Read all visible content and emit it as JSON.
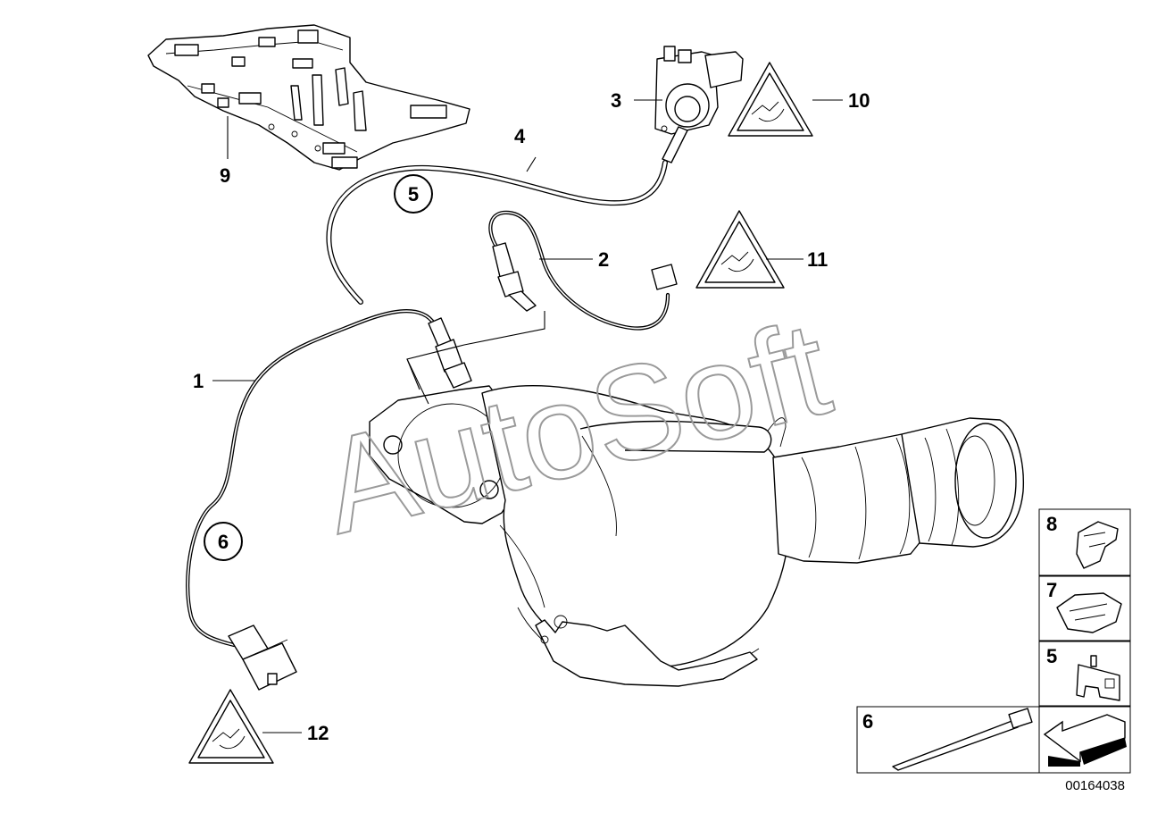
{
  "watermark": "AutoSoft",
  "reference_number": "00164038",
  "callouts": {
    "c1": "1",
    "c2": "2",
    "c3": "3",
    "c4": "4",
    "c9": "9",
    "c10": "10",
    "c11": "11",
    "c12": "12",
    "c5_circle": "5",
    "c6_circle": "6"
  },
  "side_panel": {
    "box8": "8",
    "box7": "7",
    "box5": "5",
    "box6": "6"
  }
}
